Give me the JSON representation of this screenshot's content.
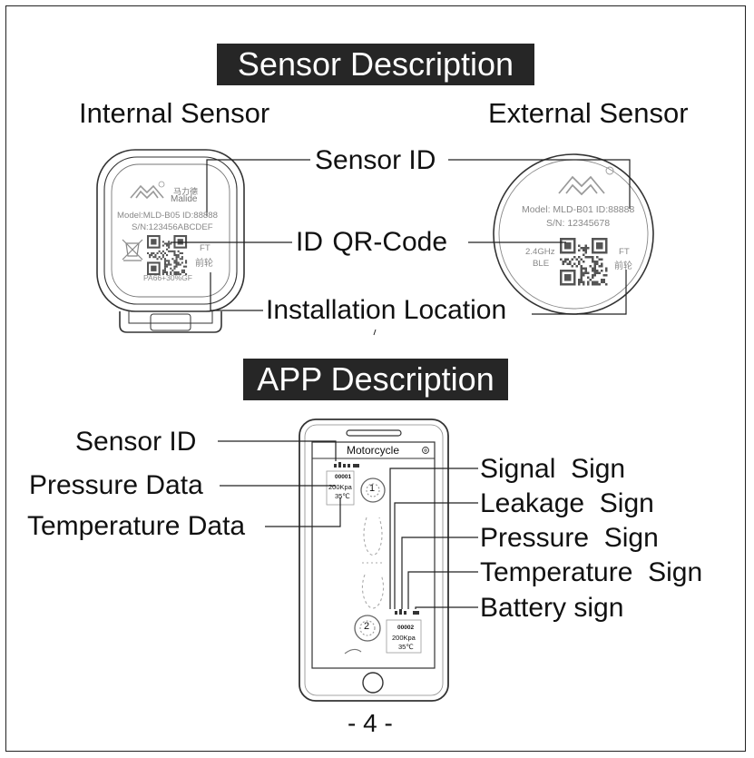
{
  "sensor_section": {
    "title": "Sensor Description",
    "internal_heading": "Internal Sensor",
    "external_heading": "External Sensor",
    "callouts": {
      "sensor_id": "Sensor ID",
      "qr_code": "ID  QR-Code",
      "installation_location": "Installation Location"
    },
    "internal_sensor": {
      "brand_cn": "马力德",
      "brand_en": "Malide",
      "model": "Model:MLD-B05  ID:88888",
      "serial": "S/N:123456ABCDEF",
      "location_en": "FT",
      "location_cn": "前轮",
      "material": "PA66+30%GF"
    },
    "external_sensor": {
      "model": "Model: MLD-B01   ID:88888",
      "serial": "S/N: 12345678",
      "freq": "2.4GHz",
      "ble": "BLE",
      "location_en": "FT",
      "location_cn": "前轮"
    }
  },
  "app_section": {
    "title": "APP Description",
    "left_callouts": {
      "sensor_id": "Sensor ID",
      "pressure": "Pressure Data",
      "temperature": "Temperature Data"
    },
    "right_callouts": {
      "signal": "Signal  Sign",
      "leakage": "Leakage  Sign",
      "pressure": "Pressure  Sign",
      "temperature": "Temperature  Sign",
      "battery": "Battery sign"
    },
    "phone": {
      "header": "Motorcycle",
      "wheel1": {
        "id": "00001",
        "pressure": "200Kpa",
        "temp": "35℃",
        "num": "1"
      },
      "wheel2": {
        "id": "00002",
        "pressure": "200Kpa",
        "temp": "35℃",
        "num": "2"
      }
    }
  },
  "page_number": "- 4 -"
}
